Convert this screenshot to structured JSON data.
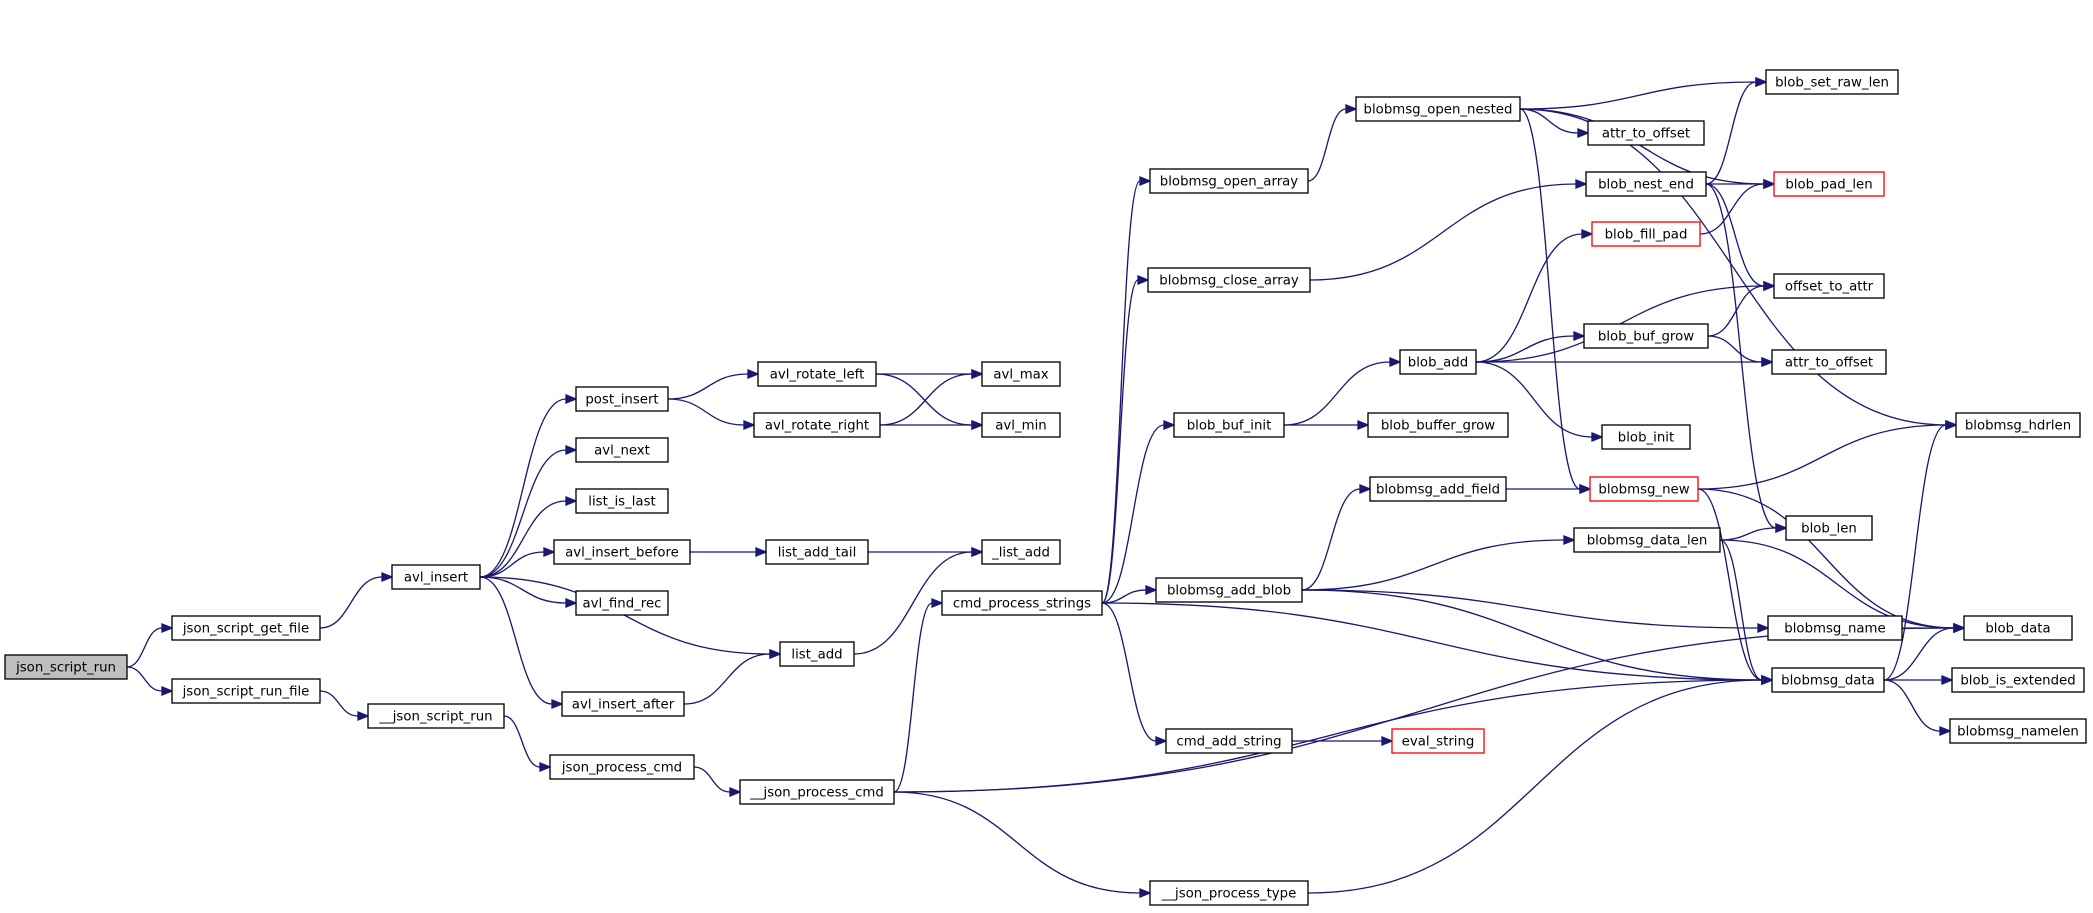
{
  "diagram": {
    "type": "call-graph",
    "colors": {
      "edge": "#191970",
      "root_fill": "#bfbfbf",
      "node_border": "#000000",
      "truncated_border": "#ff0000"
    },
    "nodes": [
      {
        "id": "json_script_run",
        "label": "json_script_run",
        "root": true
      },
      {
        "id": "json_script_get_file",
        "label": "json_script_get_file"
      },
      {
        "id": "json_script_run_file",
        "label": "json_script_run_file"
      },
      {
        "id": "avl_insert",
        "label": "avl_insert"
      },
      {
        "id": "__json_script_run",
        "label": "__json_script_run"
      },
      {
        "id": "post_insert",
        "label": "post_insert"
      },
      {
        "id": "avl_next",
        "label": "avl_next"
      },
      {
        "id": "list_is_last",
        "label": "list_is_last"
      },
      {
        "id": "avl_insert_before",
        "label": "avl_insert_before"
      },
      {
        "id": "avl_find_rec",
        "label": "avl_find_rec"
      },
      {
        "id": "avl_insert_after",
        "label": "avl_insert_after"
      },
      {
        "id": "json_process_cmd",
        "label": "json_process_cmd"
      },
      {
        "id": "avl_rotate_left",
        "label": "avl_rotate_left"
      },
      {
        "id": "avl_rotate_right",
        "label": "avl_rotate_right"
      },
      {
        "id": "list_add_tail",
        "label": "list_add_tail"
      },
      {
        "id": "list_add",
        "label": "list_add"
      },
      {
        "id": "__json_process_cmd",
        "label": "__json_process_cmd"
      },
      {
        "id": "avl_max",
        "label": "avl_max"
      },
      {
        "id": "avl_min",
        "label": "avl_min"
      },
      {
        "id": "_list_add",
        "label": "_list_add"
      },
      {
        "id": "cmd_process_strings",
        "label": "cmd_process_strings"
      },
      {
        "id": "blobmsg_open_array",
        "label": "blobmsg_open_array"
      },
      {
        "id": "blobmsg_close_array",
        "label": "blobmsg_close_array"
      },
      {
        "id": "blob_buf_init",
        "label": "blob_buf_init"
      },
      {
        "id": "blobmsg_add_blob",
        "label": "blobmsg_add_blob"
      },
      {
        "id": "cmd_add_string",
        "label": "cmd_add_string"
      },
      {
        "id": "__json_process_type",
        "label": "__json_process_type"
      },
      {
        "id": "blobmsg_open_nested",
        "label": "blobmsg_open_nested"
      },
      {
        "id": "blob_buffer_grow",
        "label": "blob_buffer_grow"
      },
      {
        "id": "blob_add",
        "label": "blob_add"
      },
      {
        "id": "blobmsg_add_field",
        "label": "blobmsg_add_field"
      },
      {
        "id": "eval_string",
        "label": "eval_string",
        "truncated": true
      },
      {
        "id": "attr_to_offset_a",
        "label": "attr_to_offset"
      },
      {
        "id": "blob_nest_end",
        "label": "blob_nest_end"
      },
      {
        "id": "blob_fill_pad",
        "label": "blob_fill_pad",
        "truncated": true
      },
      {
        "id": "blob_buf_grow",
        "label": "blob_buf_grow"
      },
      {
        "id": "blob_init",
        "label": "blob_init"
      },
      {
        "id": "blobmsg_new",
        "label": "blobmsg_new",
        "truncated": true
      },
      {
        "id": "blobmsg_data_len",
        "label": "blobmsg_data_len"
      },
      {
        "id": "blobmsg_name",
        "label": "blobmsg_name"
      },
      {
        "id": "blobmsg_data",
        "label": "blobmsg_data"
      },
      {
        "id": "blob_set_raw_len",
        "label": "blob_set_raw_len"
      },
      {
        "id": "blob_pad_len",
        "label": "blob_pad_len",
        "truncated": true
      },
      {
        "id": "offset_to_attr",
        "label": "offset_to_attr"
      },
      {
        "id": "attr_to_offset_b",
        "label": "attr_to_offset"
      },
      {
        "id": "blob_len",
        "label": "blob_len"
      },
      {
        "id": "blobmsg_hdrlen",
        "label": "blobmsg_hdrlen"
      },
      {
        "id": "blob_data",
        "label": "blob_data"
      },
      {
        "id": "blob_is_extended",
        "label": "blob_is_extended"
      },
      {
        "id": "blobmsg_namelen",
        "label": "blobmsg_namelen"
      }
    ],
    "edges": [
      {
        "from": "json_script_run",
        "to": "json_script_get_file"
      },
      {
        "from": "json_script_run",
        "to": "json_script_run_file"
      },
      {
        "from": "json_script_get_file",
        "to": "avl_insert"
      },
      {
        "from": "json_script_run_file",
        "to": "__json_script_run"
      },
      {
        "from": "avl_insert",
        "to": "post_insert"
      },
      {
        "from": "avl_insert",
        "to": "avl_next"
      },
      {
        "from": "avl_insert",
        "to": "list_is_last"
      },
      {
        "from": "avl_insert",
        "to": "avl_insert_before"
      },
      {
        "from": "avl_insert",
        "to": "avl_find_rec"
      },
      {
        "from": "avl_insert",
        "to": "list_add"
      },
      {
        "from": "avl_insert",
        "to": "avl_insert_after"
      },
      {
        "from": "post_insert",
        "to": "avl_rotate_left"
      },
      {
        "from": "post_insert",
        "to": "avl_rotate_right"
      },
      {
        "from": "avl_rotate_left",
        "to": "avl_max"
      },
      {
        "from": "avl_rotate_left",
        "to": "avl_min"
      },
      {
        "from": "avl_rotate_right",
        "to": "avl_max"
      },
      {
        "from": "avl_rotate_right",
        "to": "avl_min"
      },
      {
        "from": "avl_insert_before",
        "to": "list_add_tail"
      },
      {
        "from": "list_add_tail",
        "to": "_list_add"
      },
      {
        "from": "list_add",
        "to": "_list_add"
      },
      {
        "from": "avl_insert_after",
        "to": "list_add"
      },
      {
        "from": "__json_script_run",
        "to": "json_process_cmd"
      },
      {
        "from": "json_process_cmd",
        "to": "__json_process_cmd"
      },
      {
        "from": "__json_process_cmd",
        "to": "cmd_process_strings"
      },
      {
        "from": "__json_process_cmd",
        "to": "blobmsg_data"
      },
      {
        "from": "__json_process_cmd",
        "to": "blob_data"
      },
      {
        "from": "__json_process_cmd",
        "to": "__json_process_type"
      },
      {
        "from": "__json_process_type",
        "to": "blobmsg_data"
      },
      {
        "from": "cmd_process_strings",
        "to": "blobmsg_open_array"
      },
      {
        "from": "cmd_process_strings",
        "to": "blobmsg_close_array"
      },
      {
        "from": "cmd_process_strings",
        "to": "blob_buf_init"
      },
      {
        "from": "cmd_process_strings",
        "to": "blobmsg_add_blob"
      },
      {
        "from": "cmd_process_strings",
        "to": "blobmsg_data"
      },
      {
        "from": "cmd_process_strings",
        "to": "cmd_add_string"
      },
      {
        "from": "cmd_add_string",
        "to": "eval_string"
      },
      {
        "from": "blobmsg_open_array",
        "to": "blobmsg_open_nested"
      },
      {
        "from": "blobmsg_close_array",
        "to": "blob_nest_end"
      },
      {
        "from": "blob_buf_init",
        "to": "blob_buffer_grow"
      },
      {
        "from": "blob_buf_init",
        "to": "blob_add"
      },
      {
        "from": "blobmsg_add_blob",
        "to": "blobmsg_add_field"
      },
      {
        "from": "blobmsg_add_blob",
        "to": "blobmsg_data_len"
      },
      {
        "from": "blobmsg_add_blob",
        "to": "blobmsg_name"
      },
      {
        "from": "blobmsg_add_blob",
        "to": "blobmsg_data"
      },
      {
        "from": "blobmsg_add_field",
        "to": "blobmsg_new"
      },
      {
        "from": "blobmsg_open_nested",
        "to": "blob_set_raw_len"
      },
      {
        "from": "blobmsg_open_nested",
        "to": "attr_to_offset_a"
      },
      {
        "from": "blobmsg_open_nested",
        "to": "blob_pad_len"
      },
      {
        "from": "blobmsg_open_nested",
        "to": "blobmsg_hdrlen"
      },
      {
        "from": "blobmsg_open_nested",
        "to": "blobmsg_new"
      },
      {
        "from": "blob_nest_end",
        "to": "blob_set_raw_len"
      },
      {
        "from": "blob_nest_end",
        "to": "blob_pad_len"
      },
      {
        "from": "blob_nest_end",
        "to": "offset_to_attr"
      },
      {
        "from": "blob_nest_end",
        "to": "blob_len"
      },
      {
        "from": "blob_fill_pad",
        "to": "blob_pad_len"
      },
      {
        "from": "blob_add",
        "to": "blob_fill_pad"
      },
      {
        "from": "blob_add",
        "to": "offset_to_attr"
      },
      {
        "from": "blob_add",
        "to": "blob_buf_grow"
      },
      {
        "from": "blob_add",
        "to": "attr_to_offset_b"
      },
      {
        "from": "blob_add",
        "to": "blob_init"
      },
      {
        "from": "blob_buf_grow",
        "to": "offset_to_attr"
      },
      {
        "from": "blob_buf_grow",
        "to": "attr_to_offset_b"
      },
      {
        "from": "blobmsg_new",
        "to": "blobmsg_hdrlen"
      },
      {
        "from": "blobmsg_new",
        "to": "blob_data"
      },
      {
        "from": "blobmsg_new",
        "to": "blobmsg_data"
      },
      {
        "from": "blobmsg_data_len",
        "to": "blob_len"
      },
      {
        "from": "blobmsg_data_len",
        "to": "blob_data"
      },
      {
        "from": "blobmsg_data_len",
        "to": "blobmsg_data"
      },
      {
        "from": "blobmsg_name",
        "to": "blob_data"
      },
      {
        "from": "blobmsg_data",
        "to": "blob_data"
      },
      {
        "from": "blobmsg_data",
        "to": "blobmsg_hdrlen"
      },
      {
        "from": "blobmsg_data",
        "to": "blob_is_extended"
      },
      {
        "from": "blobmsg_data",
        "to": "blobmsg_namelen"
      }
    ]
  }
}
